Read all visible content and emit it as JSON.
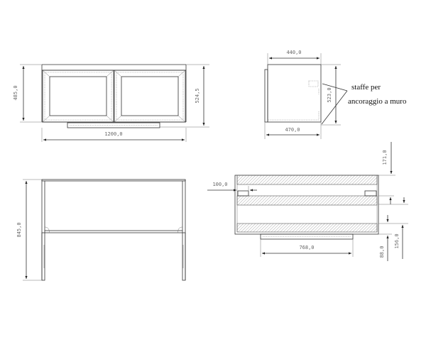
{
  "front_view": {
    "width_dim": "1200,0",
    "height_dim": "485,0",
    "total_height_dim": "524,5"
  },
  "side_view": {
    "top_depth_dim": "440,0",
    "bottom_depth_dim": "470,0",
    "height_dim": "523,0"
  },
  "annotation": {
    "line1": "staffe per",
    "line2": "ancoraggio a muro"
  },
  "elevation_view": {
    "height_dim": "845,0"
  },
  "plan_view": {
    "offset_dim": "100,0",
    "strip_dim": "768,0",
    "top_dim": "171,0",
    "bottom_dim": "88,0",
    "lower_dim": "156,0"
  }
}
